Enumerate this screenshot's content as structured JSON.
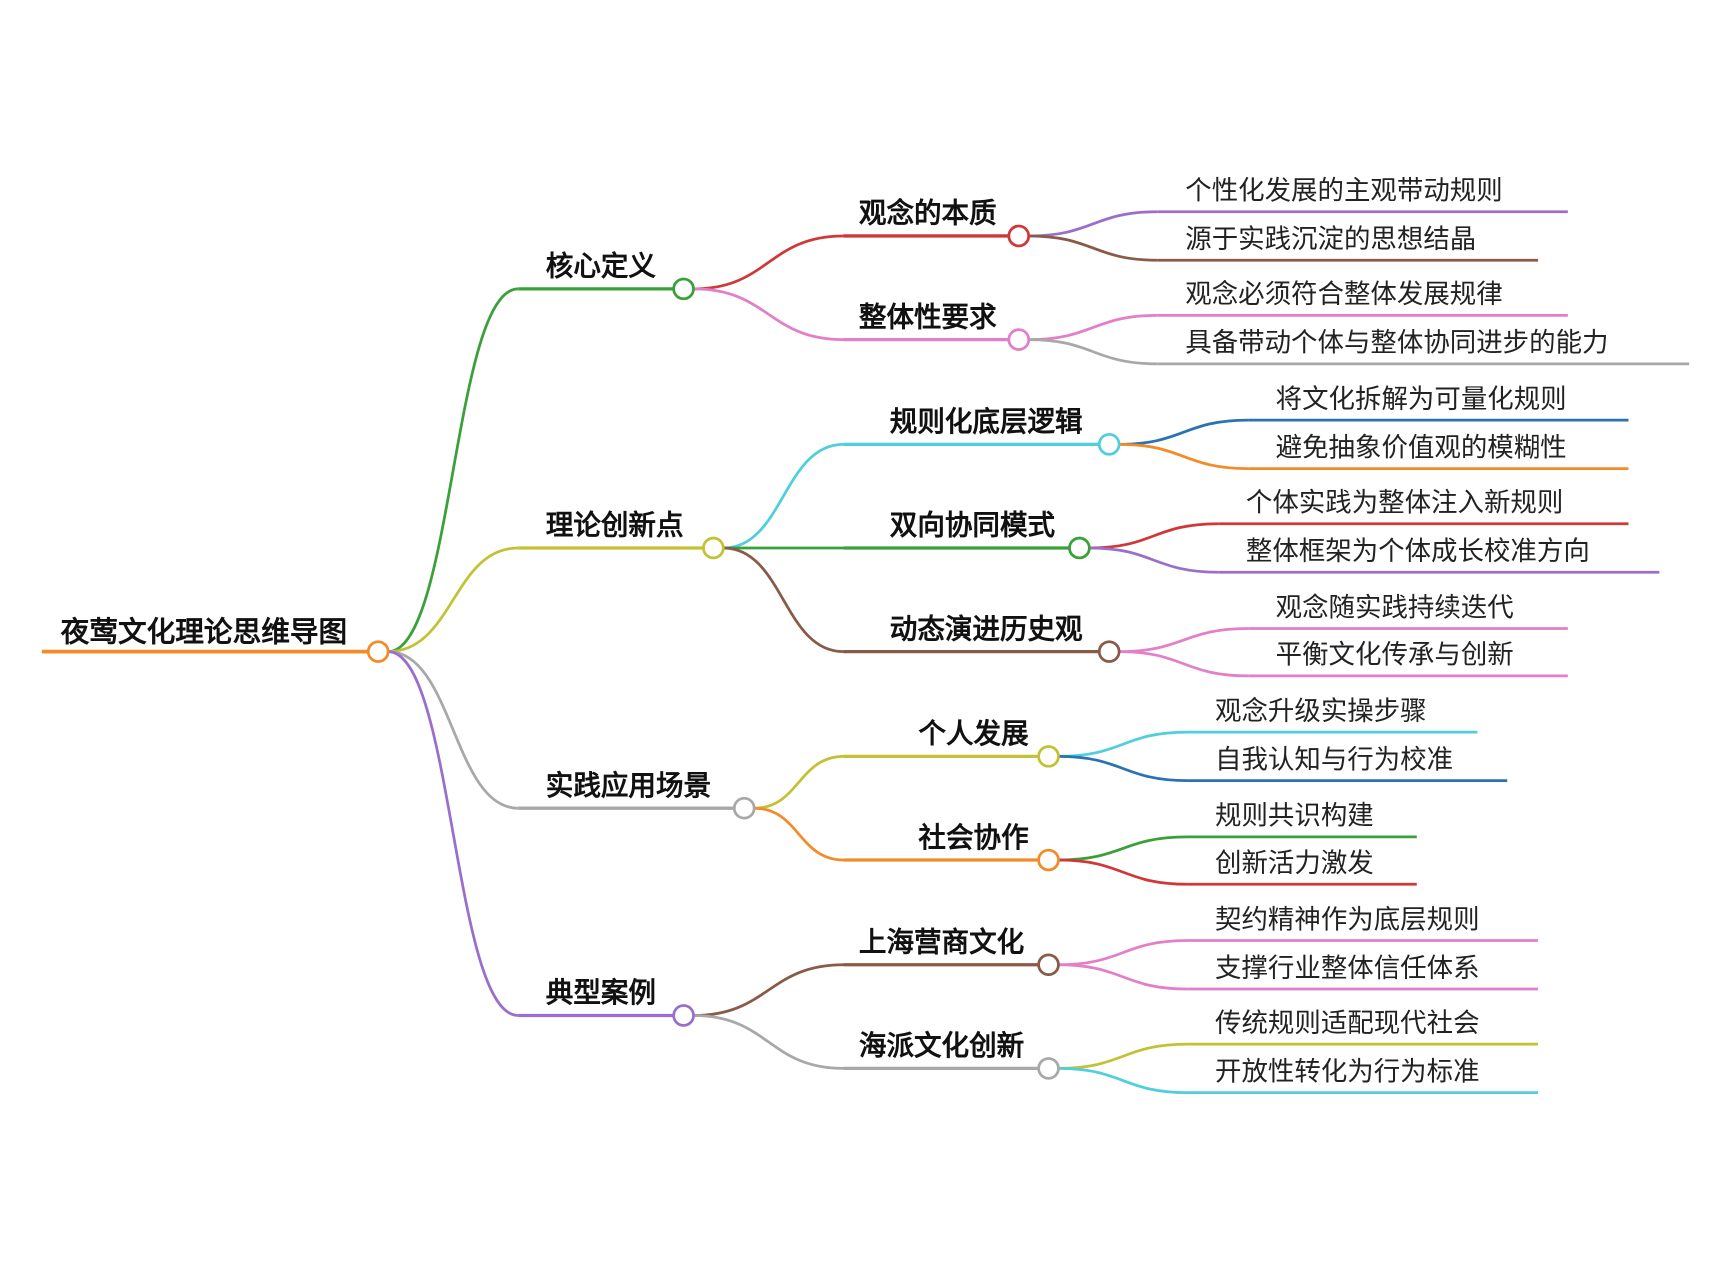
{
  "root": {
    "label": "夜莺文化理论思维导图",
    "color": "#f28c28"
  },
  "branches": [
    {
      "label": "核心定义",
      "color": "#3aa03a",
      "children": [
        {
          "label": "观念的本质",
          "color": "#d03838",
          "leaves": [
            {
              "label": "个性化发展的主观带动规则",
              "color": "#9a6fcc"
            },
            {
              "label": "源于实践沉淀的思想结晶",
              "color": "#8a5a48"
            }
          ]
        },
        {
          "label": "整体性要求",
          "color": "#e27fc8",
          "leaves": [
            {
              "label": "观念必须符合整体发展规律",
              "color": "#e27fc8"
            },
            {
              "label": "具备带动个体与整体协同进步的能力",
              "color": "#a8a8a8"
            }
          ]
        }
      ]
    },
    {
      "label": "理论创新点",
      "color": "#c2c234",
      "children": [
        {
          "label": "规则化底层逻辑",
          "color": "#4fcfdc",
          "leaves": [
            {
              "label": "将文化拆解为可量化规则",
              "color": "#2a72b0"
            },
            {
              "label": "避免抽象价值观的模糊性",
              "color": "#f28c28"
            }
          ]
        },
        {
          "label": "双向协同模式",
          "color": "#3aa03a",
          "leaves": [
            {
              "label": "个体实践为整体注入新规则",
              "color": "#d03838"
            },
            {
              "label": "整体框架为个体成长校准方向",
              "color": "#9a6fcc"
            }
          ]
        },
        {
          "label": "动态演进历史观",
          "color": "#8a5a48",
          "leaves": [
            {
              "label": "观念随实践持续迭代",
              "color": "#e27fc8"
            },
            {
              "label": "平衡文化传承与创新",
              "color": "#e27fc8"
            }
          ]
        }
      ]
    },
    {
      "label": "实践应用场景",
      "color": "#a8a8a8",
      "children": [
        {
          "label": "个人发展",
          "color": "#c2c234",
          "leaves": [
            {
              "label": "观念升级实操步骤",
              "color": "#4fcfdc"
            },
            {
              "label": "自我认知与行为校准",
              "color": "#2a72b0"
            }
          ]
        },
        {
          "label": "社会协作",
          "color": "#f28c28",
          "leaves": [
            {
              "label": "规则共识构建",
              "color": "#3aa03a"
            },
            {
              "label": "创新活力激发",
              "color": "#d03838"
            }
          ]
        }
      ]
    },
    {
      "label": "典型案例",
      "color": "#9a6fcc",
      "children": [
        {
          "label": "上海营商文化",
          "color": "#8a5a48",
          "leaves": [
            {
              "label": "契约精神作为底层规则",
              "color": "#e27fc8"
            },
            {
              "label": "支撑行业整体信任体系",
              "color": "#e27fc8"
            }
          ]
        },
        {
          "label": "海派文化创新",
          "color": "#a8a8a8",
          "leaves": [
            {
              "label": "传统规则适配现代社会",
              "color": "#c2c234"
            },
            {
              "label": "开放性转化为行为标准",
              "color": "#4fcfdc"
            }
          ]
        }
      ]
    }
  ]
}
